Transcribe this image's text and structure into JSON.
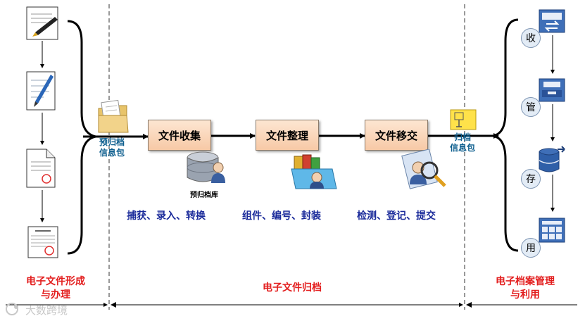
{
  "processes": {
    "collect": "文件收集",
    "organize": "文件整理",
    "transfer": "文件移交"
  },
  "actions": {
    "collect": "捕获、录入、转换",
    "organize": "组件、编号、封装",
    "transfer": "检测、登记、提交"
  },
  "packages": {
    "pre": "预归档\n信息包",
    "archive": "归档\n信息包"
  },
  "database_label": "预归档库",
  "management_steps": [
    "收",
    "管",
    "存",
    "用"
  ],
  "phases": {
    "left": "电子文件形成\n与办理",
    "middle": "电子文件归档",
    "right": "电子档案管理\n与利用"
  },
  "watermark": "大数跨境",
  "colors": {
    "action_text": "#1a2a9a",
    "package_text": "#0d5e8e",
    "phase_text": "#e31e1e",
    "process_fill": "#f7c9a6"
  }
}
